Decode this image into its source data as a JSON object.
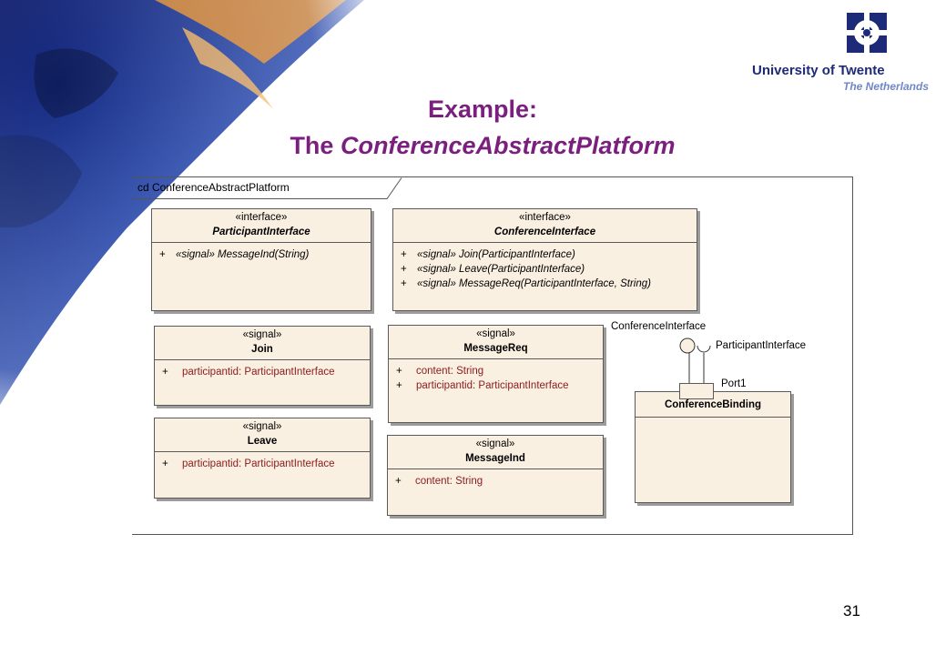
{
  "logo": {
    "name": "University of Twente",
    "country": "The Netherlands"
  },
  "slide": {
    "title_line1": "Example:",
    "title_line2_prefix": "The ",
    "title_line2_italic": "ConferenceAbstractPlatform",
    "page_number": "31"
  },
  "diagram": {
    "frame_label": "cd ConferenceAbstractPlatform",
    "participant_interface": {
      "stereotype": "«interface»",
      "name": "ParticipantInterface",
      "operations": [
        {
          "visibility": "+",
          "text": "«signal» MessageInd(String)"
        }
      ]
    },
    "conference_interface": {
      "stereotype": "«interface»",
      "name": "ConferenceInterface",
      "operations": [
        {
          "visibility": "+",
          "text": "«signal» Join(ParticipantInterface)"
        },
        {
          "visibility": "+",
          "text": "«signal» Leave(ParticipantInterface)"
        },
        {
          "visibility": "+",
          "text": "«signal» MessageReq(ParticipantInterface, String)"
        }
      ]
    },
    "join": {
      "stereotype": "«signal»",
      "name": "Join",
      "attributes": [
        {
          "visibility": "+",
          "text": "participantid:  ParticipantInterface"
        }
      ]
    },
    "leave": {
      "stereotype": "«signal»",
      "name": "Leave",
      "attributes": [
        {
          "visibility": "+",
          "text": "participantid:  ParticipantInterface"
        }
      ]
    },
    "message_req": {
      "stereotype": "«signal»",
      "name": "MessageReq",
      "attributes": [
        {
          "visibility": "+",
          "text": "content:  String"
        },
        {
          "visibility": "+",
          "text": "participantid:  ParticipantInterface"
        }
      ]
    },
    "message_ind": {
      "stereotype": "«signal»",
      "name": "MessageInd",
      "attributes": [
        {
          "visibility": "+",
          "text": "content:  String"
        }
      ]
    },
    "conference_binding": {
      "name": "ConferenceBinding",
      "port_label": "Port1",
      "provided_interface_label": "ConferenceInterface",
      "required_interface_label": "ParticipantInterface"
    }
  },
  "colors": {
    "title": "#7b1f7f",
    "class_fill": "#faf0e2",
    "attribute_text": "#8b1a1a",
    "logo_navy": "#1c2a78"
  }
}
